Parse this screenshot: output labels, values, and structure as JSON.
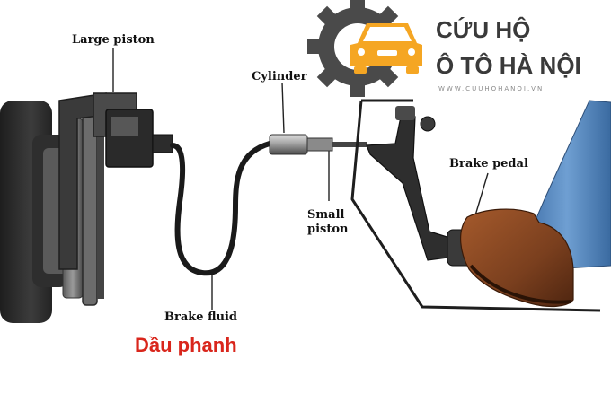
{
  "logo": {
    "line1": "CỨU HỘ",
    "line2": "Ô TÔ HÀ NỘI",
    "url": "WWW.CUUHOHANOI.VN",
    "gear_color": "#4a4a4a",
    "car_color": "#f5a623",
    "icon": "gear-car-logo"
  },
  "labels": {
    "large_piston": "Large piston",
    "cylinder": "Cylinder",
    "small_piston_1": "Small",
    "small_piston_2": "piston",
    "brake_pedal": "Brake pedal",
    "brake_fluid": "Brake fluid",
    "dau_phanh": "Dầu phanh"
  },
  "colors": {
    "accent_red": "#d9261c",
    "jeans": "#5a8fc4",
    "boot": "#7a3f1e"
  }
}
